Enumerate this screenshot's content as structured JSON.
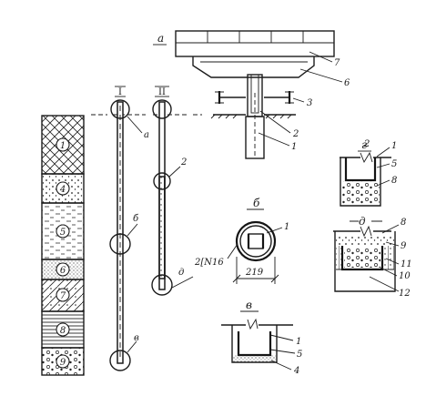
{
  "soil_layers": [
    {
      "id": "layer-1",
      "label": "1"
    },
    {
      "id": "layer-4",
      "label": "4"
    },
    {
      "id": "layer-5",
      "label": "5"
    },
    {
      "id": "layer-6",
      "label": "6"
    },
    {
      "id": "layer-7",
      "label": "7"
    },
    {
      "id": "layer-8",
      "label": "8"
    },
    {
      "id": "layer-9",
      "label": "9"
    }
  ],
  "piles": {
    "pile_1_numeral": "I",
    "pile_2_numeral": "II"
  },
  "view_letters": {
    "a": "а",
    "b": "б",
    "v": "в",
    "g": "г",
    "d": "д"
  },
  "detail_a_labels": {
    "l7": "7",
    "l6": "6",
    "l3": "3",
    "l2": "2",
    "l1": "1"
  },
  "pile_labels": {
    "pile_a": "а",
    "pile_b": "б",
    "pile_v": "в",
    "pile2_2": "2",
    "pile2_d": "д"
  },
  "detail_b": {
    "l1": "1",
    "channel": "2[N16",
    "dimension": "219"
  },
  "detail_v_labels": {
    "l1": "1",
    "l5": "5",
    "l4": "4"
  },
  "detail_g_labels": {
    "l2": "2",
    "l1": "1",
    "l5": "5",
    "l8": "8"
  },
  "detail_d_labels": {
    "l8": "8",
    "l9": "9",
    "l11": "11",
    "l10": "10",
    "l12": "12"
  }
}
